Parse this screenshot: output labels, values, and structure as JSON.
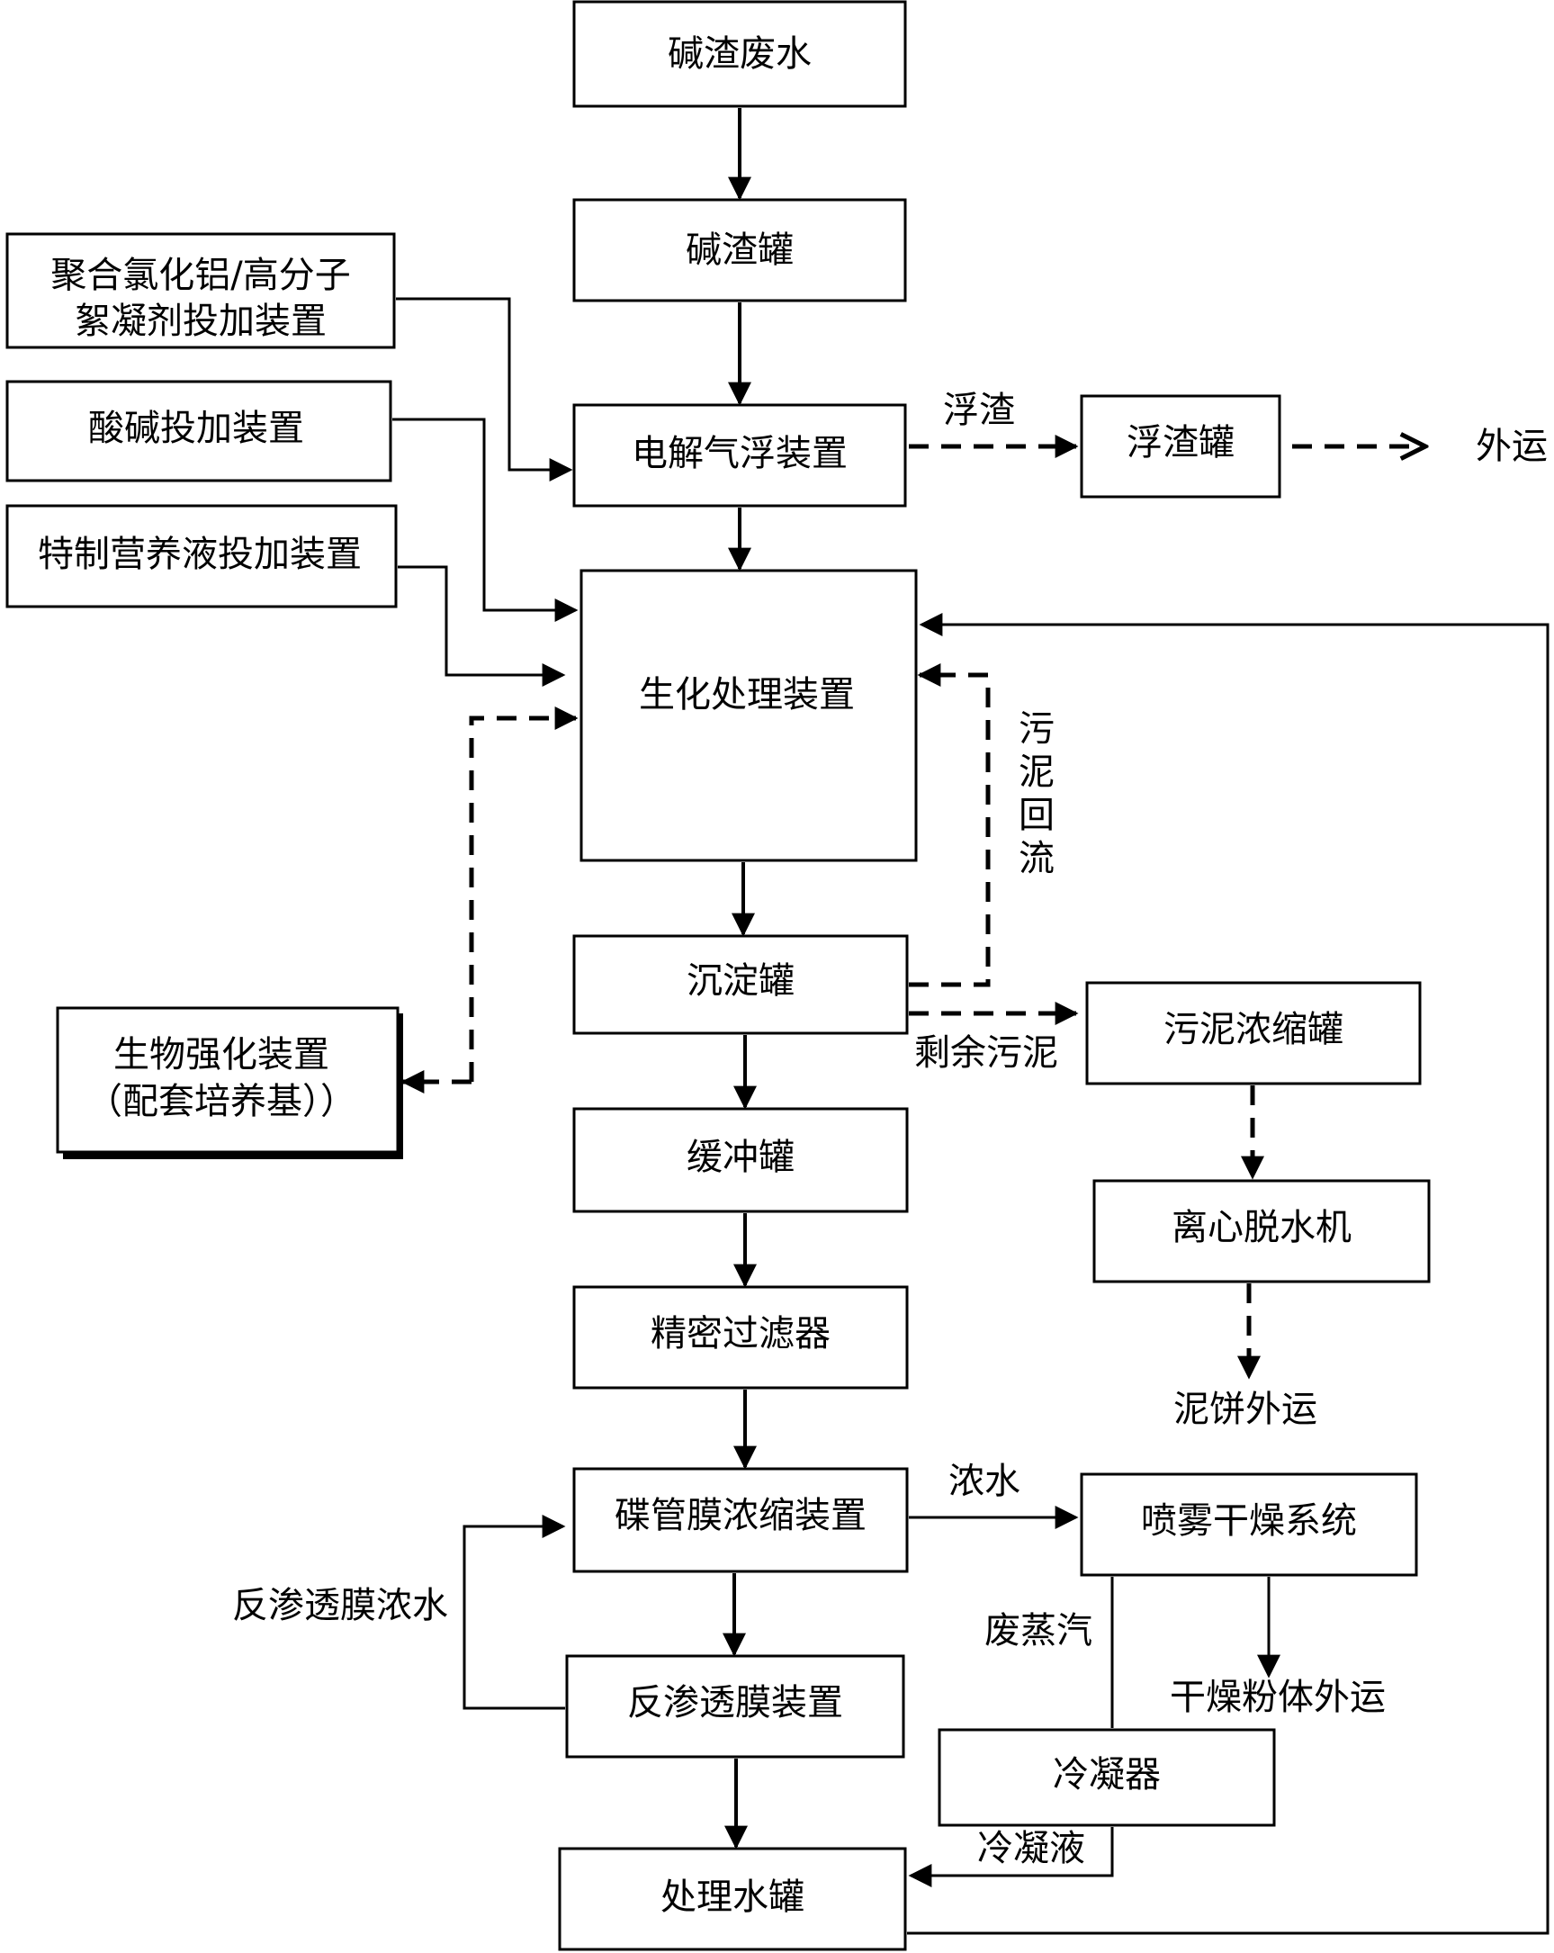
{
  "nodes": {
    "alkali_waste_water": "碱渣废水",
    "alkali_tank": "碱渣罐",
    "pac_dosing_line1": "聚合氯化铝/高分子",
    "pac_dosing_line2": "絮凝剂投加装置",
    "acid_base_dosing": "酸碱投加装置",
    "nutrient_dosing": "特制营养液投加装置",
    "electro_flotation": "电解气浮装置",
    "scum_tank": "浮渣罐",
    "biochem_treatment": "生化处理装置",
    "settling_tank": "沉淀罐",
    "bio_enhance_line1": "生物强化装置",
    "bio_enhance_line2": "（配套培养基））",
    "sludge_thickener": "污泥浓缩罐",
    "buffer_tank": "缓冲罐",
    "centrifuge": "离心脱水机",
    "precision_filter": "精密过滤器",
    "dtro_unit": "碟管膜浓缩装置",
    "spray_dryer": "喷雾干燥系统",
    "ro_unit": "反渗透膜装置",
    "condenser": "冷凝器",
    "treated_water_tank": "处理水罐"
  },
  "edge_labels": {
    "scum": "浮渣",
    "external_transport": "外运",
    "sludge_return_1": "污",
    "sludge_return_2": "泥",
    "sludge_return_3": "回",
    "sludge_return_4": "流",
    "excess_sludge": "剩余污泥",
    "sludge_cake_out": "泥饼外运",
    "concentrate": "浓水",
    "waste_steam": "废蒸汽",
    "dry_powder_out": "干燥粉体外运",
    "ro_concentrate": "反渗透膜浓水",
    "condensate": "冷凝液"
  }
}
